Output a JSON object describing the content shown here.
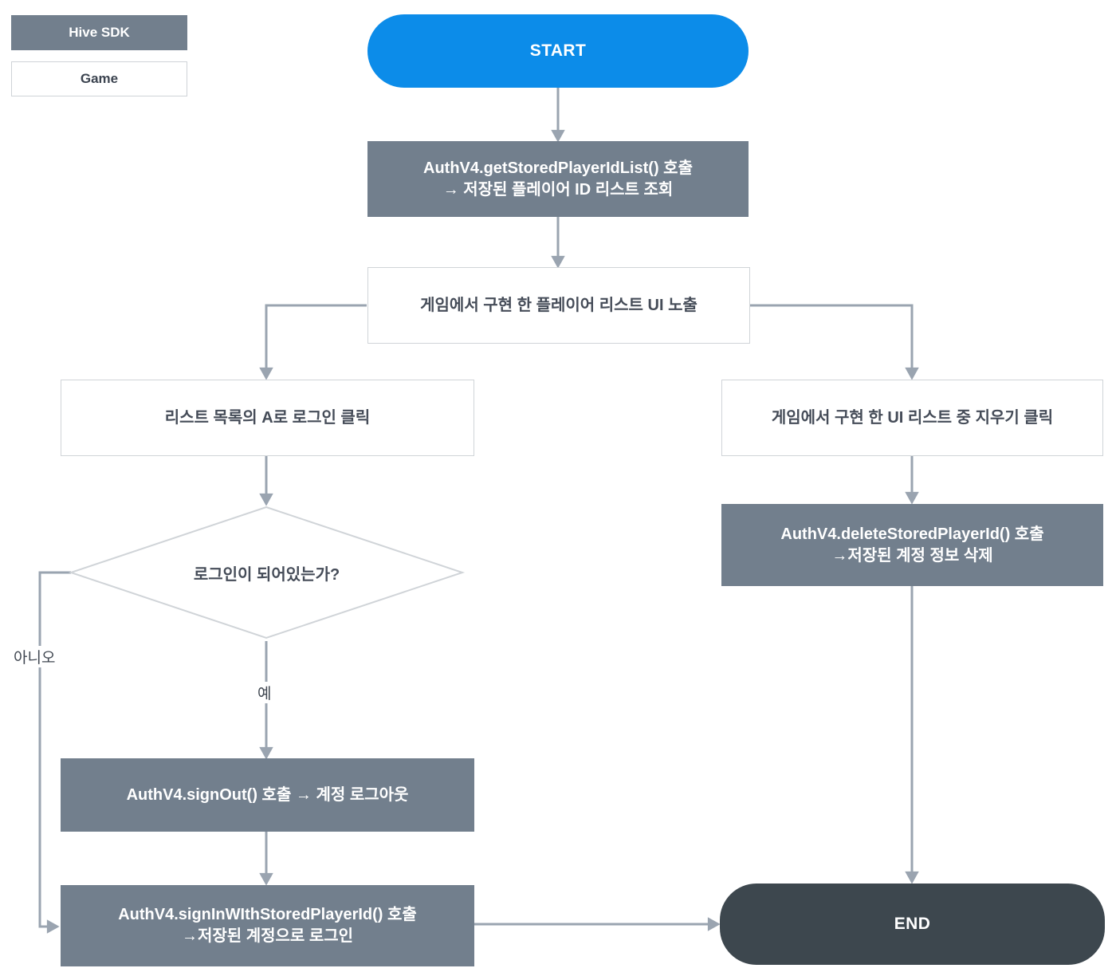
{
  "diagram": {
    "title": "Hive SDK stored player id login flow",
    "colors": {
      "sdk_fill": "#727f8d",
      "game_fill": "#ffffff",
      "game_border": "#d0d4d8",
      "start_fill": "#0c8ce9",
      "end_fill": "#3d474e",
      "edge": "#9aa4b0",
      "text_dark": "#454c58",
      "text_light": "#ffffff"
    },
    "legend": {
      "items": [
        {
          "label": "Hive SDK",
          "style": "sdk"
        },
        {
          "label": "Game",
          "style": "game"
        }
      ]
    },
    "nodes": {
      "start": {
        "label": "START",
        "type": "terminator",
        "owner": "start"
      },
      "get_stored_list": {
        "line1": "AuthV4.getStoredPlayerIdList() 호출",
        "line2": "→ 저장된 플레이어 ID 리스트 조회",
        "type": "process",
        "owner": "sdk"
      },
      "show_list_ui": {
        "line1": "게임에서 구현 한 플레이어 리스트 UI 노출",
        "type": "process",
        "owner": "game"
      },
      "click_login_a": {
        "line1": "리스트 목록의 A로 로그인 클릭",
        "type": "process",
        "owner": "game"
      },
      "click_delete": {
        "line1": "게임에서 구현 한 UI 리스트 중 지우기 클릭",
        "type": "process",
        "owner": "game"
      },
      "delete_stored": {
        "line1": "AuthV4.deleteStoredPlayerId() 호출",
        "line2": "→저장된 계정 정보 삭제",
        "type": "process",
        "owner": "sdk"
      },
      "is_logged_in": {
        "line1": "로그인이 되어있는가?",
        "type": "decision",
        "owner": "game"
      },
      "sign_out": {
        "line1": "AuthV4.signOut() 호출 → 계정 로그아웃",
        "type": "process",
        "owner": "sdk"
      },
      "sign_in_stored": {
        "line1": "AuthV4.signInWIthStoredPlayerId() 호출",
        "line2": "→저장된 계정으로 로그인",
        "type": "process",
        "owner": "sdk"
      },
      "end": {
        "label": "END",
        "type": "terminator",
        "owner": "end"
      }
    },
    "edge_labels": {
      "no": "아니오",
      "yes": "예"
    },
    "edges": [
      {
        "from": "start",
        "to": "get_stored_list",
        "label": ""
      },
      {
        "from": "get_stored_list",
        "to": "show_list_ui",
        "label": ""
      },
      {
        "from": "show_list_ui",
        "to": "click_login_a",
        "label": ""
      },
      {
        "from": "show_list_ui",
        "to": "click_delete",
        "label": ""
      },
      {
        "from": "click_login_a",
        "to": "is_logged_in",
        "label": ""
      },
      {
        "from": "is_logged_in",
        "to": "sign_out",
        "label": "예"
      },
      {
        "from": "is_logged_in",
        "to": "sign_in_stored",
        "label": "아니오"
      },
      {
        "from": "sign_out",
        "to": "sign_in_stored",
        "label": ""
      },
      {
        "from": "sign_in_stored",
        "to": "end",
        "label": ""
      },
      {
        "from": "click_delete",
        "to": "delete_stored",
        "label": ""
      },
      {
        "from": "delete_stored",
        "to": "end",
        "label": ""
      }
    ]
  }
}
